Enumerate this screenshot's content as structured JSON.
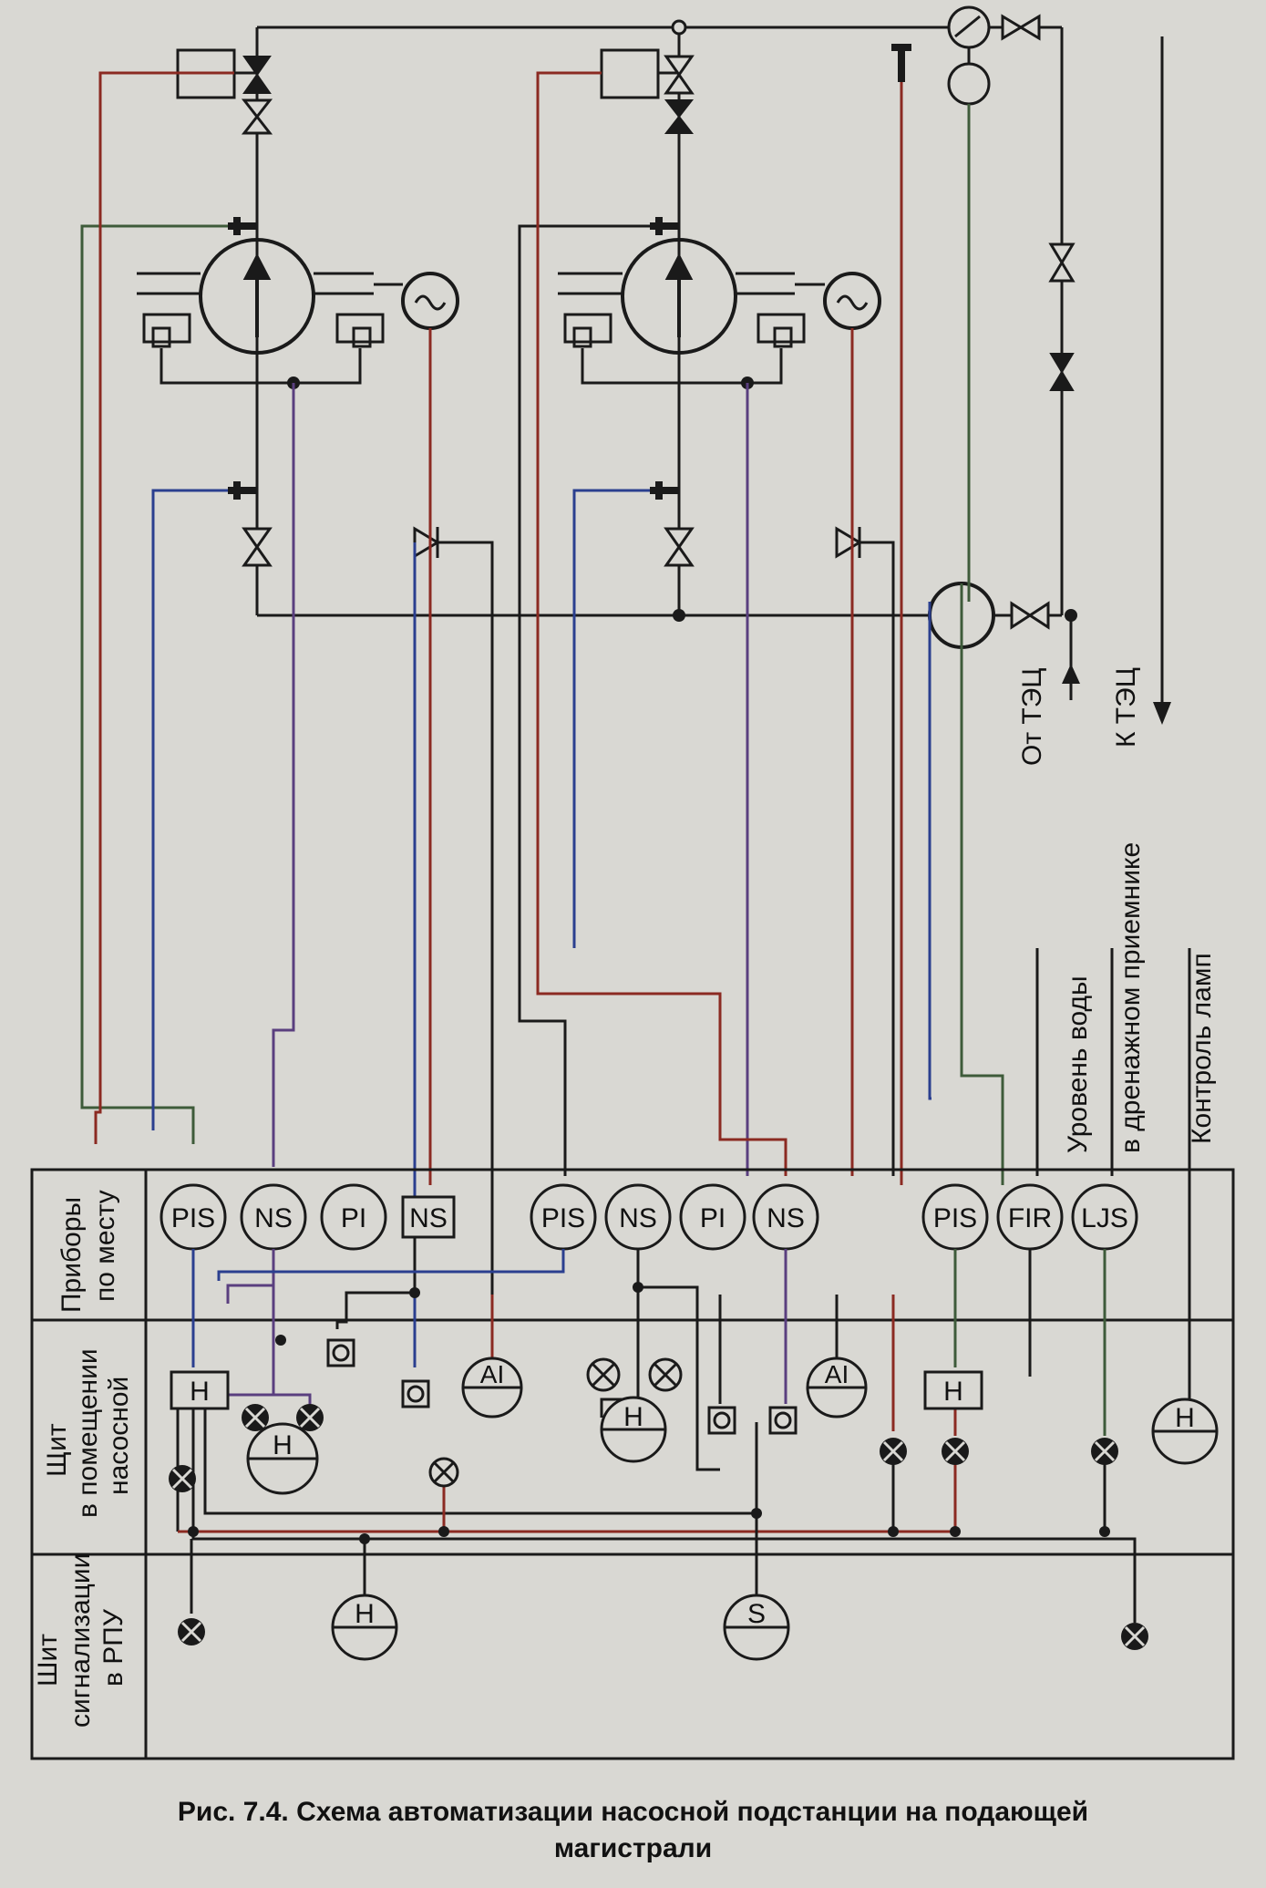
{
  "caption": {
    "line1": "Рис. 7.4. Схема автоматизации насосной подстанции на подающей",
    "line2": "магистрали"
  },
  "row_labels": {
    "local_1": "Приборы",
    "local_2": "по месту",
    "pump_room_1": "Щит",
    "pump_room_2": "в помещении",
    "pump_room_3": "насосной",
    "alarm_1": "Шит",
    "alarm_2": "сигнализации",
    "alarm_3": "в РПУ"
  },
  "flow_labels": {
    "from_chp": "От ТЭЦ",
    "to_chp": "К ТЭЦ"
  },
  "signal_labels": {
    "water_level_1": "Уровень воды",
    "water_level_2": "в дренажном приемнике",
    "lamp_check": "Контроль ламп"
  },
  "instruments": {
    "pis1": "PIS",
    "ns1": "NS",
    "pi1": "PI",
    "ns1b": "NS",
    "pis2": "PIS",
    "ns2": "NS",
    "pi2": "PI",
    "ns2b": "NS",
    "pis3": "PIS",
    "fir": "FIR",
    "ljs": "LJS"
  },
  "panel_devices": {
    "h_box1": "H",
    "h_half1": "H",
    "ai1": "AI",
    "h_half2": "H",
    "ai2": "AI",
    "h_box2": "H",
    "h_right": "H",
    "h_rpu": "H",
    "s_rpu": "S"
  }
}
